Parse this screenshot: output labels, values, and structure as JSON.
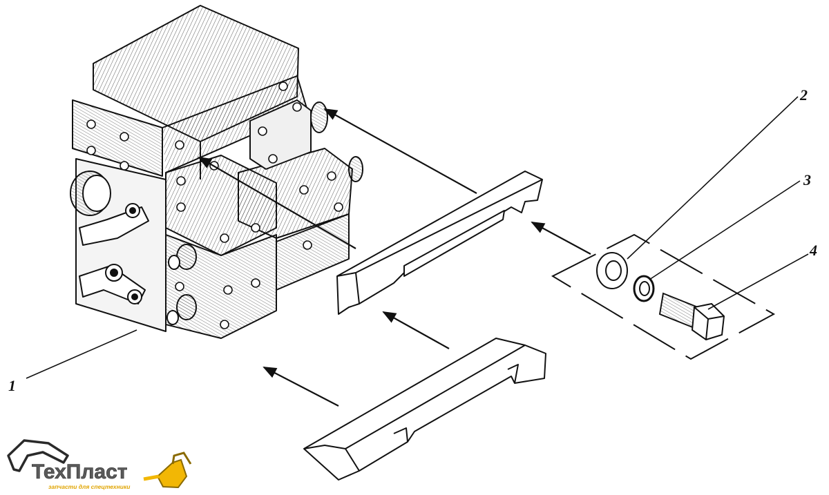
{
  "diagram": {
    "callouts": [
      {
        "id": "1",
        "label": "1"
      },
      {
        "id": "2",
        "label": "2"
      },
      {
        "id": "3",
        "label": "3"
      },
      {
        "id": "4",
        "label": "4"
      }
    ]
  },
  "logo": {
    "name": "ТехПласт",
    "tagline": "запчасти для спецтехники",
    "accent_color": "#f2b705",
    "text_color": "#5a5a5a"
  }
}
